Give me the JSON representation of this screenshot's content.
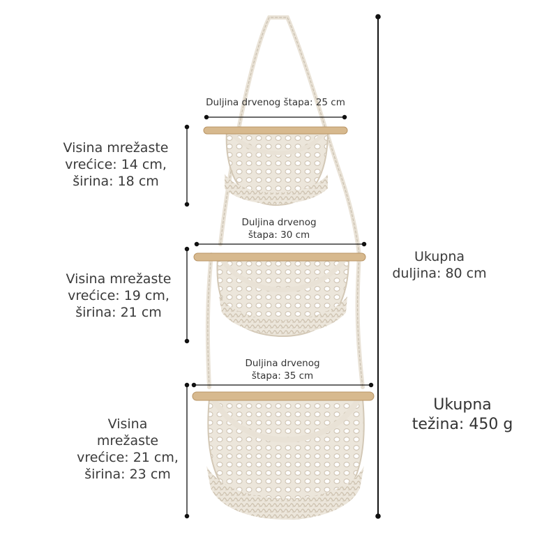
{
  "colors": {
    "background": "#ffffff",
    "text": "#333333",
    "rope": "#e9e2d6",
    "rope_shadow": "#c9bfae",
    "dowel": "#d7b98e",
    "dowel_dark": "#b99566",
    "dimension_line": "#111111"
  },
  "dowel_labels": [
    {
      "lines": [
        "Duljina drvenog štapa: 25 cm"
      ]
    },
    {
      "lines": [
        "Duljina drvenog",
        "štapa: 30 cm"
      ]
    },
    {
      "lines": [
        "Duljina drvenog",
        "štapa: 35 cm"
      ]
    }
  ],
  "basket_labels": [
    {
      "lines": [
        "Visina mrežaste",
        "vrećice: 14 cm,",
        "širina: 18 cm"
      ]
    },
    {
      "lines": [
        "Visina mrežaste",
        "vrećice: 19 cm,",
        "širina: 21 cm"
      ]
    },
    {
      "lines": [
        "Visina",
        "mrežaste",
        "vrećice: 21 cm,",
        "širina: 23 cm"
      ]
    }
  ],
  "total": {
    "length_lines": [
      "Ukupna",
      "duljina: 80 cm"
    ],
    "weight_lines": [
      "Ukupna",
      "težina: 450 g"
    ]
  }
}
